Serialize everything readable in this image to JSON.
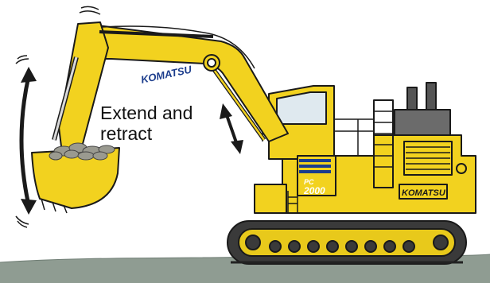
{
  "annotation": {
    "line1": "Extend and",
    "line2": "retract"
  },
  "branding": {
    "boom_logo": "KOMATSU",
    "body_logo": "KOMATSU",
    "model_prefix": "PC",
    "model_number": "2000"
  },
  "colors": {
    "machine_yellow": "#f2d21f",
    "outline": "#1a1a1a",
    "ground": "#8f9c92",
    "cab_glass": "#dfe9ef",
    "stripe_blue": "#1b3c8c",
    "arrow": "#1a1a1a"
  },
  "icons": [
    "double-headed-arc-arrow",
    "double-headed-straight-arrow",
    "motion-lines"
  ]
}
